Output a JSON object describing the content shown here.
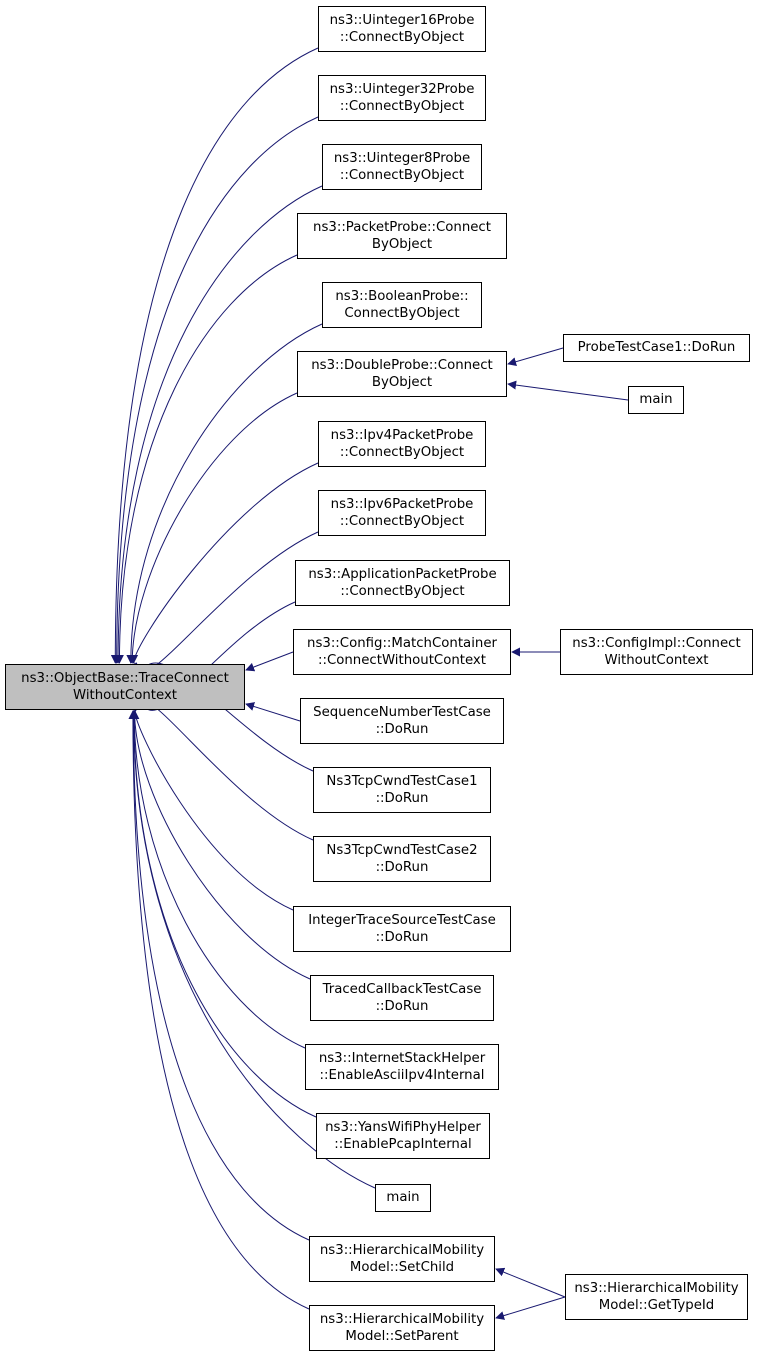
{
  "style": {
    "edge_color": "#191970",
    "root_fill": "#bfbfbf",
    "node_fill": "#ffffff",
    "border_color": "#000000"
  },
  "nodes": {
    "root": {
      "lines": [
        "ns3::ObjectBase::TraceConnect",
        "WithoutContext"
      ]
    },
    "u16": {
      "lines": [
        "ns3::Uinteger16Probe",
        "::ConnectByObject"
      ]
    },
    "u32": {
      "lines": [
        "ns3::Uinteger32Probe",
        "::ConnectByObject"
      ]
    },
    "u8": {
      "lines": [
        "ns3::Uinteger8Probe",
        "::ConnectByObject"
      ]
    },
    "packet": {
      "lines": [
        "ns3::PacketProbe::Connect",
        "ByObject"
      ]
    },
    "bool": {
      "lines": [
        "ns3::BooleanProbe::",
        "ConnectByObject"
      ]
    },
    "double": {
      "lines": [
        "ns3::DoubleProbe::Connect",
        "ByObject"
      ]
    },
    "ipv4": {
      "lines": [
        "ns3::Ipv4PacketProbe",
        "::ConnectByObject"
      ]
    },
    "ipv6": {
      "lines": [
        "ns3::Ipv6PacketProbe",
        "::ConnectByObject"
      ]
    },
    "app": {
      "lines": [
        "ns3::ApplicationPacketProbe",
        "::ConnectByObject"
      ]
    },
    "match": {
      "lines": [
        "ns3::Config::MatchContainer",
        "::ConnectWithoutContext"
      ]
    },
    "seq": {
      "lines": [
        "SequenceNumberTestCase",
        "::DoRun"
      ]
    },
    "cwnd1": {
      "lines": [
        "Ns3TcpCwndTestCase1",
        "::DoRun"
      ]
    },
    "cwnd2": {
      "lines": [
        "Ns3TcpCwndTestCase2",
        "::DoRun"
      ]
    },
    "intts": {
      "lines": [
        "IntegerTraceSourceTestCase",
        "::DoRun"
      ]
    },
    "tcb": {
      "lines": [
        "TracedCallbackTestCase",
        "::DoRun"
      ]
    },
    "inet": {
      "lines": [
        "ns3::InternetStackHelper",
        "::EnableAsciiIpv4Internal"
      ]
    },
    "yans": {
      "lines": [
        "ns3::YansWifiPhyHelper",
        "::EnablePcapInternal"
      ]
    },
    "main_l": {
      "lines": [
        "main"
      ]
    },
    "setchild": {
      "lines": [
        "ns3::HierarchicalMobility",
        "Model::SetChild"
      ]
    },
    "setparent": {
      "lines": [
        "ns3::HierarchicalMobility",
        "Model::SetParent"
      ]
    },
    "probetc": {
      "lines": [
        "ProbeTestCase1::DoRun"
      ]
    },
    "main_r": {
      "lines": [
        "main"
      ]
    },
    "configimpl": {
      "lines": [
        "ns3::ConfigImpl::Connect",
        "WithoutContext"
      ]
    },
    "gettypeid": {
      "lines": [
        "ns3::HierarchicalMobility",
        "Model::GetTypeId"
      ]
    }
  },
  "edges": [
    [
      "u16",
      "root"
    ],
    [
      "u32",
      "root"
    ],
    [
      "u8",
      "root"
    ],
    [
      "packet",
      "root"
    ],
    [
      "bool",
      "root"
    ],
    [
      "double",
      "root"
    ],
    [
      "ipv4",
      "root"
    ],
    [
      "ipv6",
      "root"
    ],
    [
      "app",
      "root"
    ],
    [
      "match",
      "root"
    ],
    [
      "seq",
      "root"
    ],
    [
      "cwnd1",
      "root"
    ],
    [
      "cwnd2",
      "root"
    ],
    [
      "intts",
      "root"
    ],
    [
      "tcb",
      "root"
    ],
    [
      "inet",
      "root"
    ],
    [
      "yans",
      "root"
    ],
    [
      "main_l",
      "root"
    ],
    [
      "setchild",
      "root"
    ],
    [
      "setparent",
      "root"
    ],
    [
      "probetc",
      "double"
    ],
    [
      "main_r",
      "double"
    ],
    [
      "configimpl",
      "match"
    ],
    [
      "gettypeid",
      "setchild"
    ],
    [
      "gettypeid",
      "setparent"
    ]
  ]
}
